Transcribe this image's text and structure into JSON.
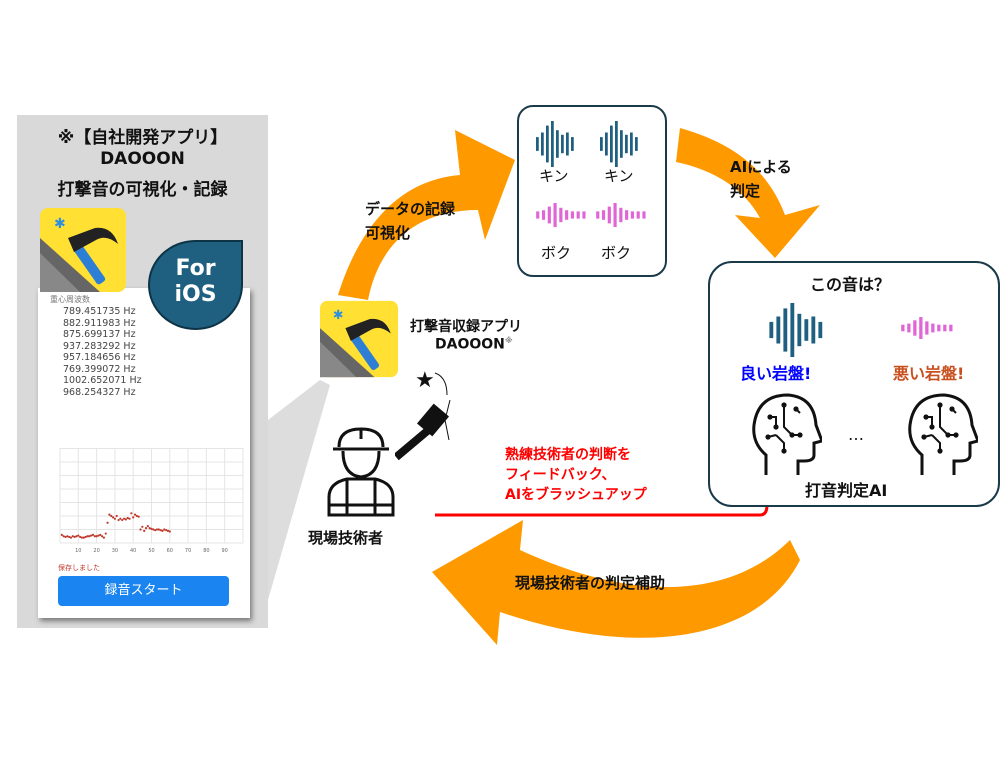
{
  "left_panel": {
    "title_lines": [
      "※【自社開発アプリ】",
      "DAOOON",
      "打撃音の可視化・記録"
    ],
    "badge": {
      "line1": "For",
      "line2": "iOS",
      "color": "#1f5f7f"
    },
    "phone": {
      "list_header": "重心周波数",
      "frequencies": [
        "789.451735 Hz",
        "882.911983 Hz",
        "875.699137 Hz",
        "937.283292 Hz",
        "957.184656 Hz",
        "769.399072 Hz",
        "1002.652071 Hz",
        "968.254327 Hz"
      ],
      "chart_data": {
        "type": "scatter",
        "x_ticks": [
          "10",
          "20",
          "30",
          "40",
          "50",
          "60",
          "70",
          "80",
          "90"
        ],
        "xlim": [
          0,
          100
        ],
        "grid": true,
        "color": "#c0392b",
        "points_y_relative": [
          0.6,
          0.5,
          0.45,
          0.5,
          0.45,
          0.4,
          0.5,
          0.45,
          0.5,
          0.55,
          0.45,
          0.4,
          0.4,
          0.45,
          0.5,
          0.5,
          0.55,
          0.6,
          0.5,
          0.5,
          0.55,
          0.6,
          0.5,
          0.4,
          0.7,
          1.5,
          2.1,
          2.0,
          1.9,
          1.8,
          2.0,
          1.7,
          1.8,
          1.7,
          1.8,
          1.75,
          1.85,
          1.8,
          2.2,
          1.9,
          2.1,
          2.0,
          1.95,
          1.0,
          1.2,
          0.9,
          1.1,
          1.25,
          1.1,
          1.05,
          1.0,
          0.95,
          1.0,
          1.0,
          0.95,
          0.9,
          1.0,
          0.95,
          0.9,
          0.85
        ]
      },
      "status": "保存しました",
      "button": "録音スタート"
    }
  },
  "app": {
    "name_line1": "打撃音収録アプリ",
    "name_line2": "DAOOON",
    "note_mark": "※"
  },
  "worker_label": "現場技術者",
  "arrows": {
    "record": {
      "line1": "データの記録",
      "line2": "可視化",
      "color": "#ff9900"
    },
    "ai_judge": {
      "line1": "AIによる",
      "line2": "判定"
    },
    "assist": {
      "label": "現場技術者の判定補助"
    }
  },
  "sound_box": {
    "kin": "キン",
    "boku": "ボク",
    "kin_color": "#1f5f7f",
    "boku_color": "#e066d6"
  },
  "ai_box": {
    "question": "この音は？",
    "good": "良い岩盤!",
    "bad": "悪い岩盤!",
    "ellipsis": "…",
    "title": "打音判定AI",
    "good_color": "#0000ff",
    "bad_color": "#c8501e"
  },
  "feedback": {
    "lines": [
      "熟練技術者の判断を",
      "フィードバック、",
      "AIをブラッシュアップ"
    ],
    "color": "#ff0000"
  }
}
